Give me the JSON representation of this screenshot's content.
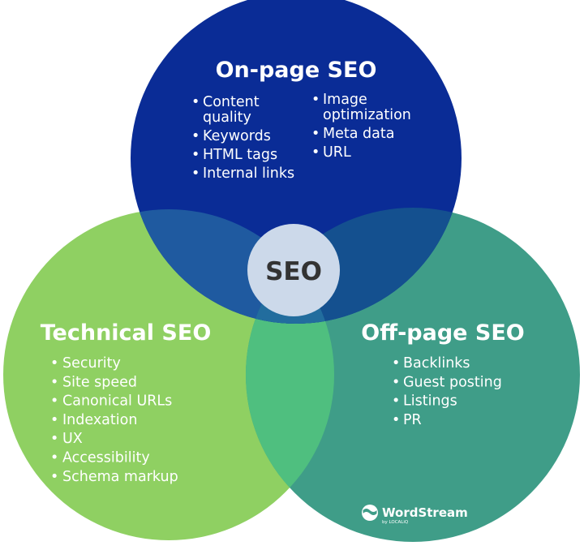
{
  "center": {
    "label": "SEO"
  },
  "circles": {
    "onpage": {
      "title": "On-page SEO",
      "color": "#0a2c96",
      "col1": [
        [
          "Content",
          "quality"
        ],
        [
          "Keywords"
        ],
        [
          "HTML tags"
        ],
        [
          "Internal links"
        ]
      ],
      "col2": [
        [
          "Image",
          "optimization"
        ],
        [
          "Meta data"
        ],
        [
          "URL"
        ]
      ]
    },
    "technical": {
      "title": "Technical SEO",
      "color": "#8fd062",
      "items": [
        "Security",
        "Site speed",
        "Canonical URLs",
        "Indexation",
        "UX",
        "Accessibility",
        "Schema markup"
      ]
    },
    "offpage": {
      "title": "Off-page SEO",
      "color": "#3f9d88",
      "items": [
        "Backlinks",
        "Guest posting",
        "Listings",
        "PR"
      ]
    }
  },
  "brand": {
    "name": "WordStream",
    "sub": "by LOCALiQ",
    "icon": "wordstream-logo-icon"
  }
}
